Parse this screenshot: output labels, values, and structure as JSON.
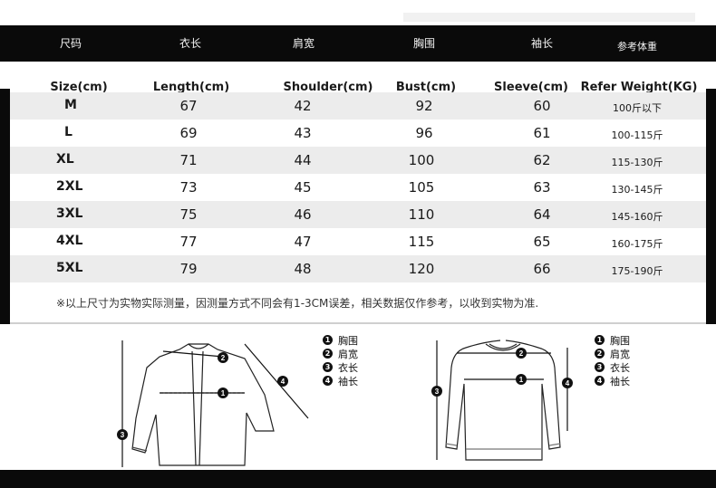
{
  "header_cn": [
    "尺码",
    "衣长",
    "肩宽",
    "胸围",
    "袖长",
    "参考体重"
  ],
  "header_en": [
    "Size(cm)",
    "Length(cm)",
    "Shoulder(cm)",
    "Bust(cm)",
    "Sleeve(cm)",
    "Refer Weight(KG)"
  ],
  "rows": [
    {
      "size": "M",
      "length": "67",
      "shoulder": "42",
      "bust": "92",
      "sleeve": "60",
      "weight": "100斤以下"
    },
    {
      "size": "L",
      "length": "69",
      "shoulder": "43",
      "bust": "96",
      "sleeve": "61",
      "weight": "100-115斤"
    },
    {
      "size": "XL",
      "length": "71",
      "shoulder": "44",
      "bust": "100",
      "sleeve": "62",
      "weight": "115-130斤"
    },
    {
      "size": "2XL",
      "length": "73",
      "shoulder": "45",
      "bust": "105",
      "sleeve": "63",
      "weight": "130-145斤"
    },
    {
      "size": "3XL",
      "length": "75",
      "shoulder": "46",
      "bust": "110",
      "sleeve": "64",
      "weight": "145-160斤"
    },
    {
      "size": "4XL",
      "length": "77",
      "shoulder": "47",
      "bust": "115",
      "sleeve": "65",
      "weight": "160-175斤"
    },
    {
      "size": "5XL",
      "length": "79",
      "shoulder": "48",
      "bust": "120",
      "sleeve": "66",
      "weight": "175-190斤"
    }
  ],
  "note": "※以上尺寸为实物实际测量，因测量方式不同会有1-3CM误差，相关数据仅作参考，以收到实物为准.",
  "legend_shirt": [
    {
      "num": "1",
      "label": "胸围"
    },
    {
      "num": "2",
      "label": "肩宽"
    },
    {
      "num": "3",
      "label": "衣长"
    },
    {
      "num": "4",
      "label": "袖长"
    }
  ],
  "legend_sweater": [
    {
      "num": "1",
      "label": "胸围"
    },
    {
      "num": "2",
      "label": "肩宽"
    },
    {
      "num": "3",
      "label": "衣长"
    },
    {
      "num": "4",
      "label": "袖长"
    }
  ],
  "markers": [
    "1",
    "2",
    "3",
    "4"
  ],
  "colors": {
    "band": "#0a0a0a",
    "stripe": "#ececec",
    "marker": "#111111"
  }
}
